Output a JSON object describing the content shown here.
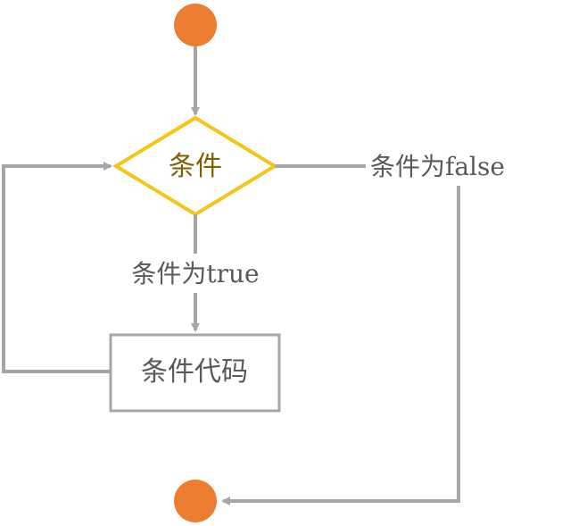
{
  "diagram": {
    "start_node": {
      "label": ""
    },
    "condition_node": {
      "label": "条件"
    },
    "false_branch": {
      "label": "条件为false"
    },
    "true_branch": {
      "label": "条件为true"
    },
    "body_node": {
      "label": "条件代码"
    },
    "end_node": {
      "label": ""
    }
  },
  "colors": {
    "node_fill": "#ed7d31",
    "diamond_stroke": "#f5c518",
    "diamond_text": "#7f6000",
    "line": "#a6a6a6",
    "text": "#595959"
  }
}
